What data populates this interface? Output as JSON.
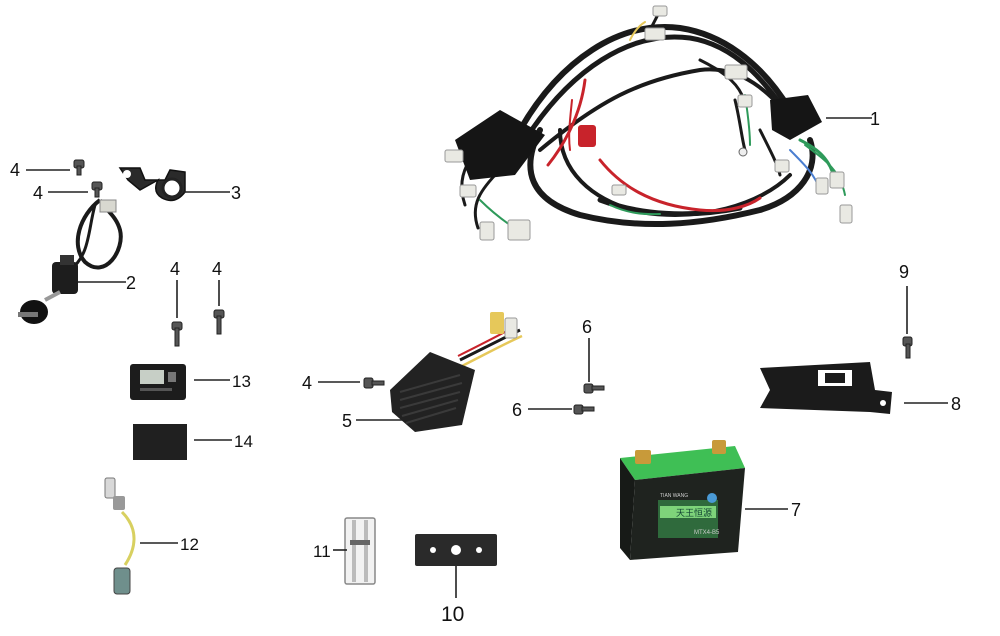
{
  "diagram": {
    "type": "exploded-parts-diagram",
    "callouts": [
      {
        "id": "c1",
        "label": "1"
      },
      {
        "id": "c2",
        "label": "2"
      },
      {
        "id": "c3",
        "label": "3"
      },
      {
        "id": "c4a",
        "label": "4"
      },
      {
        "id": "c4b",
        "label": "4"
      },
      {
        "id": "c4c",
        "label": "4"
      },
      {
        "id": "c4d",
        "label": "4"
      },
      {
        "id": "c4e",
        "label": "4"
      },
      {
        "id": "c5",
        "label": "5"
      },
      {
        "id": "c6a",
        "label": "6"
      },
      {
        "id": "c6b",
        "label": "6"
      },
      {
        "id": "c7",
        "label": "7"
      },
      {
        "id": "c8",
        "label": "8"
      },
      {
        "id": "c9",
        "label": "9"
      },
      {
        "id": "c10",
        "label": "10"
      },
      {
        "id": "c11",
        "label": "11"
      },
      {
        "id": "c12",
        "label": "12"
      },
      {
        "id": "c13",
        "label": "13"
      },
      {
        "id": "c14",
        "label": "14"
      }
    ],
    "battery": {
      "front_text": "天王恒源",
      "model_text": "MTX4-B5",
      "brand_text": "TIAN WANG"
    },
    "colors": {
      "wire_black": "#1a1a1a",
      "wire_red": "#c8232b",
      "wire_green": "#2e9a5a",
      "battery_lid": "#3fbf55",
      "battery_body": "#1f231f",
      "connector_white": "#e9e9e3",
      "connector_yellow": "#e6c85a"
    }
  }
}
